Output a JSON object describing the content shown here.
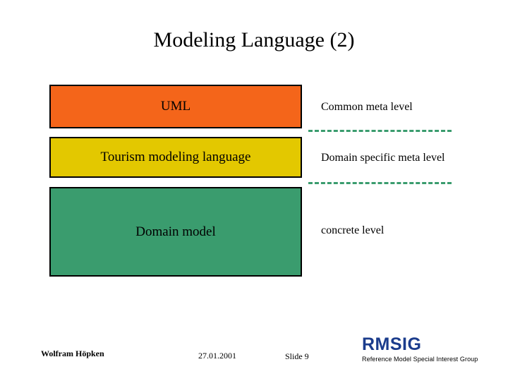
{
  "slide": {
    "title": "Modeling Language (2)",
    "boxes": [
      {
        "id": "uml",
        "label": "UML",
        "color": "#F4651A"
      },
      {
        "id": "tourism",
        "label": "Tourism modeling language",
        "color": "#E3C800"
      },
      {
        "id": "domain_model",
        "label": "Domain model",
        "color": "#3A9C6E"
      }
    ],
    "level_labels": [
      {
        "id": "common",
        "label": "Common meta level"
      },
      {
        "id": "domain_specific",
        "label": "Domain specific meta level"
      },
      {
        "id": "concrete",
        "label": "concrete level"
      }
    ],
    "footer": {
      "author": "Wolfram Höpken",
      "date": "27.01.2001",
      "slide_number": "Slide 9",
      "logo": "RMSIG",
      "logo_subtitle": "Reference Model Special Interest Group",
      "logo_color": "#1B3C8C"
    }
  }
}
